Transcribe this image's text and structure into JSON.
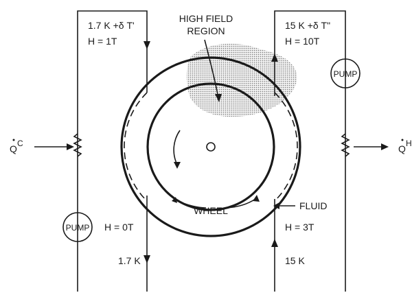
{
  "diagram": {
    "labels": {
      "top_left_temp": "1.7 K +δ T'",
      "top_left_field": "H = 1T",
      "top_right_temp": "15 K +δ T\"",
      "top_right_field": "H = 10T",
      "high_field_line1": "HIGH FIELD",
      "high_field_line2": "REGION",
      "pump_right": "PUMP",
      "pump_left": "PUMP",
      "h_zero": "H = 0T",
      "bottom_left_temp": "1.7 K",
      "h_three": "H = 3T",
      "bottom_right_temp": "15 K",
      "wheel": "WHEEL",
      "fluid": "FLUID",
      "q_cold_main": "Q",
      "q_cold_sup": "C",
      "q_hot_main": "Q",
      "q_hot_sup": "H"
    },
    "colors": {
      "ink": "#1a1a1a",
      "stipple": "#b0b0b0",
      "background": "#ffffff"
    }
  }
}
